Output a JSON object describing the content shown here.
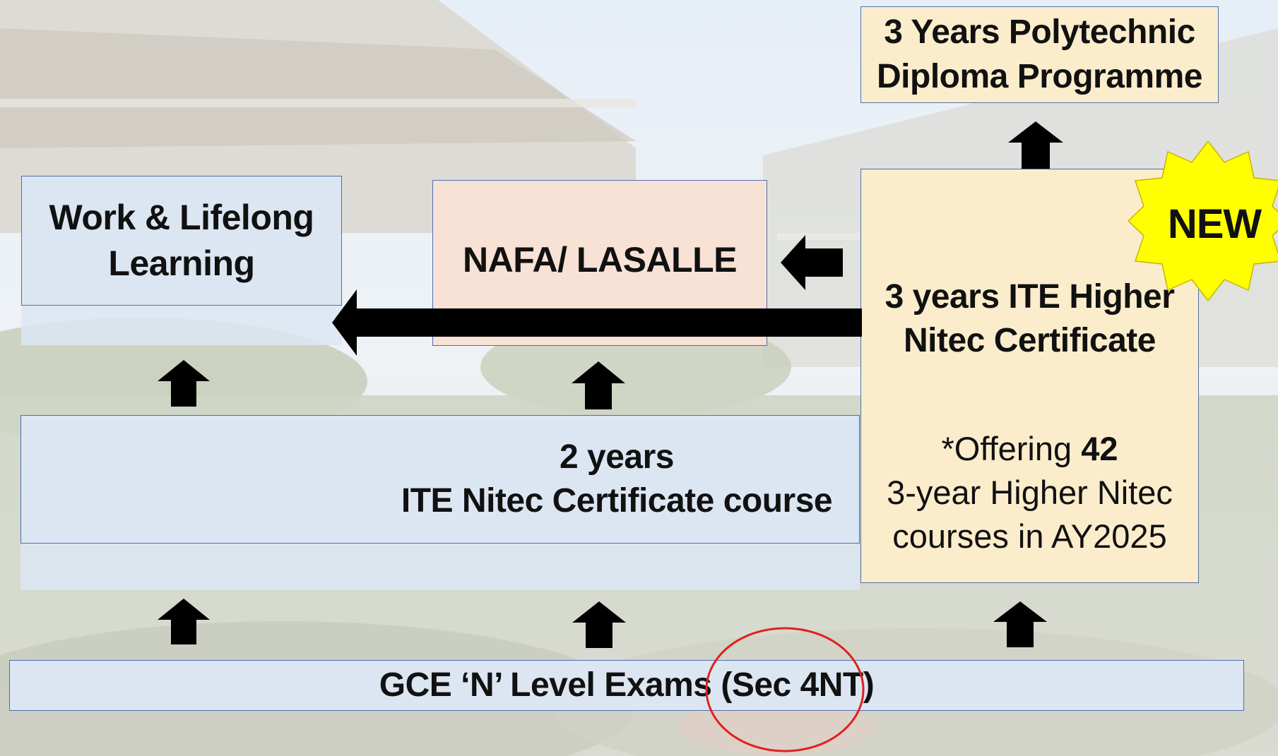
{
  "diagram": {
    "work_lines": [
      "Work & Lifelong",
      "Learning"
    ],
    "nafa_label": "NAFA/ LASALLE",
    "polytechnic_lines": [
      "3 Years Polytechnic",
      "Diploma Programme"
    ],
    "nitec_lines": [
      "2 years",
      "ITE Nitec Certificate course"
    ],
    "higher_nitec_lines": [
      "3 years ITE Higher",
      "Nitec Certificate"
    ],
    "offering": {
      "prefix": "*Offering ",
      "count": "42",
      "line2": "3-year Higher Nitec",
      "line3": "courses in AY2025"
    },
    "gce_label": "GCE ‘N’ Level Exams (Sec 4NT)",
    "new_badge": "NEW"
  },
  "colors": {
    "blue_box": "#dce6f2",
    "peach_box": "#f8e2d5",
    "cream_box": "#fbedcc",
    "badge_yellow": "#ffff00",
    "arrow": "#000000",
    "highlight_circle": "#e02020"
  },
  "icons": {
    "arrow": "block-arrow-icon",
    "badge": "starburst-icon",
    "highlight": "circle-highlight-icon"
  }
}
